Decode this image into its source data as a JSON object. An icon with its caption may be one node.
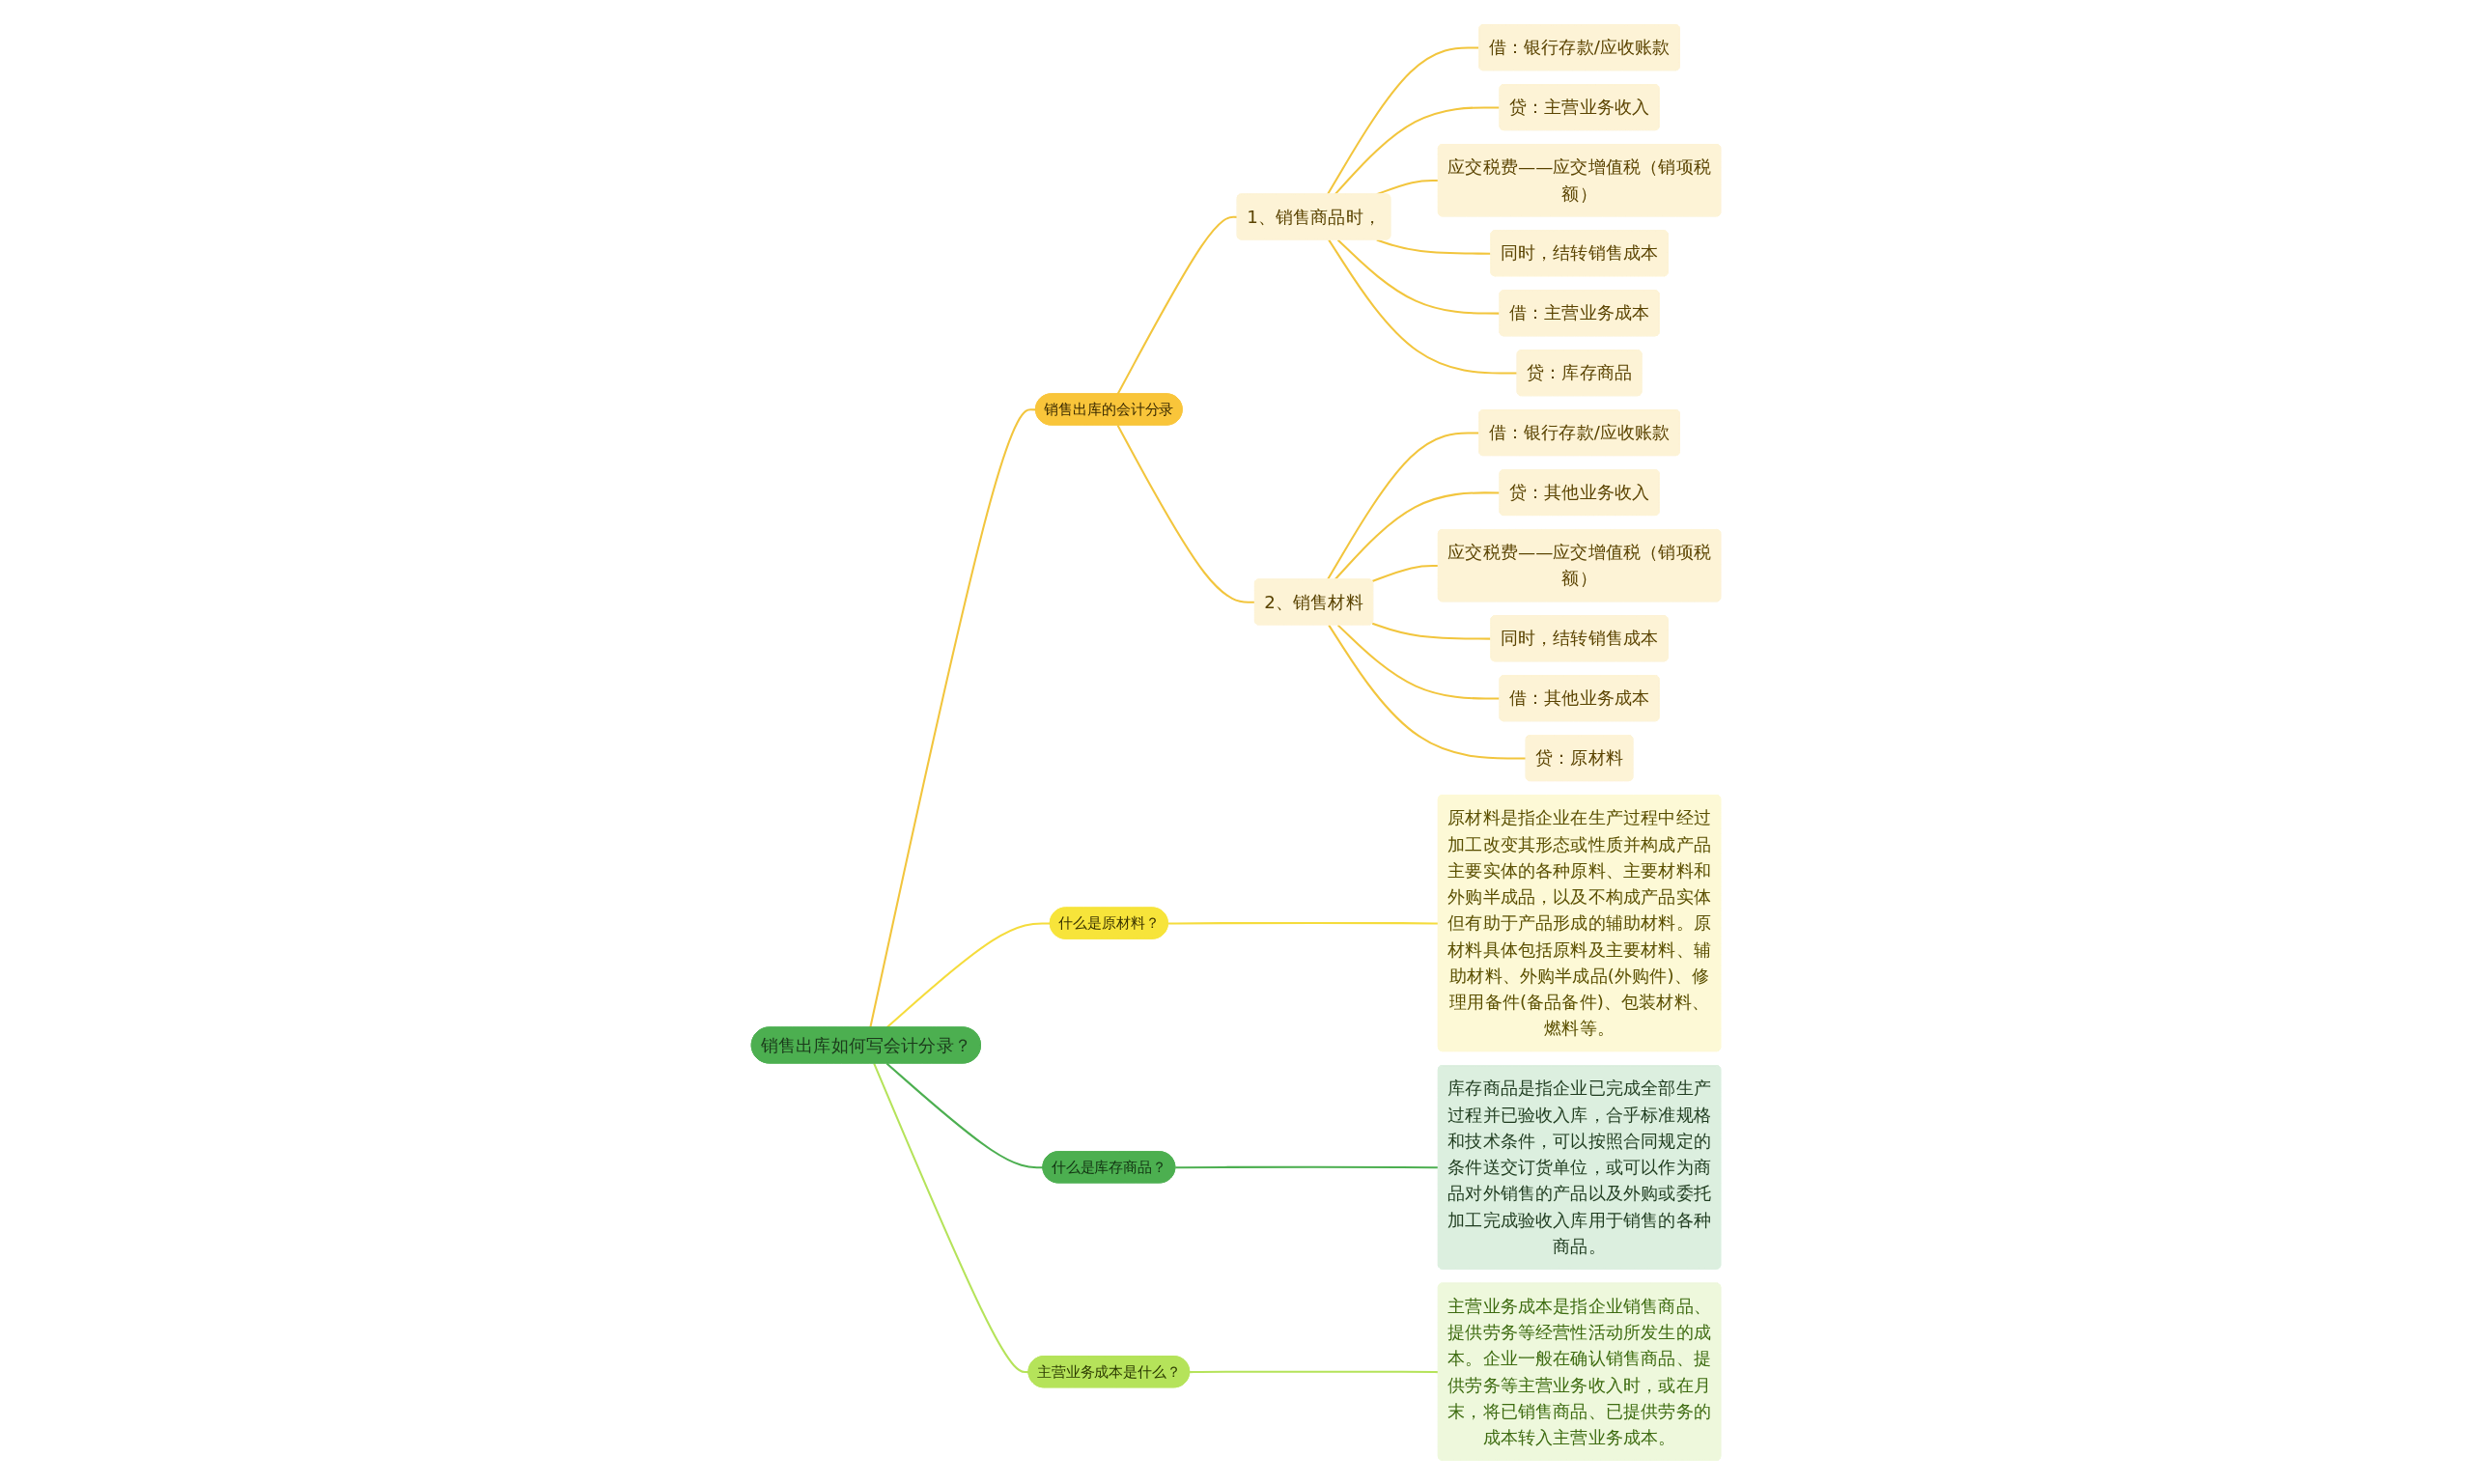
{
  "diagram": {
    "nodes": [
      {
        "text": [
          "销售出库如何写会计分录？"
        ]
      },
      {
        "text": [
          "销售出库的会计分录"
        ]
      },
      {
        "text": [
          "1、销售商品时，"
        ]
      },
      {
        "text": [
          "借：银行存款/应收账款"
        ]
      },
      {
        "text": [
          "贷：主营业务收入"
        ]
      },
      {
        "text": [
          "应交税费——应交增值税（销项税额）"
        ]
      },
      {
        "text": [
          "同时，结转销售成本"
        ]
      },
      {
        "text": [
          "借：主营业务成本"
        ]
      },
      {
        "text": [
          "贷：库存商品"
        ]
      },
      {
        "text": [
          "2、销售材料"
        ]
      },
      {
        "text": [
          "借：银行存款/应收账款"
        ]
      },
      {
        "text": [
          "贷：其他业务收入"
        ]
      },
      {
        "text": [
          "应交税费——应交增值税（销项税额）"
        ]
      },
      {
        "text": [
          "同时，结转销售成本"
        ]
      },
      {
        "text": [
          "借：其他业务成本"
        ]
      },
      {
        "text": [
          "贷：原材料"
        ]
      },
      {
        "text": [
          "什么是原材料？"
        ]
      },
      {
        "text": [
          "原材料是指企业在生产过程中经过加工改变其形态或性质并构成产品主要实体的各种原料、主要材料和外购半成品，以及不构成产品实体但有助于产品形成的辅助材料。原材料具体包括原料及主要材料、辅助材料、外购半成品(外购件)、修理用备件(备品备件)、包装材料、燃料等。"
        ]
      },
      {
        "text": [
          "什么是库存商品？"
        ]
      },
      {
        "text": [
          "库存商品是指企业已完成全部生产过程并已验收入库，合乎标准规格和技术条件，可以按照合同规定的条件送交订货单位，或可以作为商品对外销售的产品以及外购或委托加工完成验收入库用于销售的各种商品。"
        ]
      },
      {
        "text": [
          "主营业务成本是什么？"
        ]
      },
      {
        "text": [
          "主营业务成本是指企业销售商品、提供劳务等经营性活动所发生的成本。企业一般在确认销售商品、提供劳务等主营业务收入时，或在月末，将已销售商品、已提供劳务的成本转入主营业务成本。"
        ]
      }
    ],
    "edges": [
      {
        "from": 0,
        "to": 1,
        "arrow": "none"
      },
      {
        "from": 1,
        "to": 2,
        "arrow": "none"
      },
      {
        "from": 2,
        "to": 3,
        "arrow": "none"
      },
      {
        "from": 2,
        "to": 4,
        "arrow": "none"
      },
      {
        "from": 2,
        "to": 5,
        "arrow": "none"
      },
      {
        "from": 2,
        "to": 6,
        "arrow": "none"
      },
      {
        "from": 2,
        "to": 7,
        "arrow": "none"
      },
      {
        "from": 2,
        "to": 8,
        "arrow": "none"
      },
      {
        "from": 1,
        "to": 9,
        "arrow": "none"
      },
      {
        "from": 9,
        "to": 10,
        "arrow": "none"
      },
      {
        "from": 9,
        "to": 11,
        "arrow": "none"
      },
      {
        "from": 9,
        "to": 12,
        "arrow": "none"
      },
      {
        "from": 9,
        "to": 13,
        "arrow": "none"
      },
      {
        "from": 9,
        "to": 14,
        "arrow": "none"
      },
      {
        "from": 9,
        "to": 15,
        "arrow": "none"
      },
      {
        "from": 0,
        "to": 16,
        "arrow": "none",
        "color": "#f5dc3c"
      },
      {
        "from": 16,
        "to": 17,
        "arrow": "none",
        "color": "#f5dc3c"
      },
      {
        "from": 0,
        "to": 18,
        "arrow": "none",
        "color": "#4caf50"
      },
      {
        "from": 18,
        "to": 19,
        "arrow": "none",
        "color": "#4caf50"
      },
      {
        "from": 0,
        "to": 20,
        "arrow": "none",
        "color": "#b5e35a"
      },
      {
        "from": 20,
        "to": 21,
        "arrow": "none",
        "color": "#b5e35a"
      }
    ]
  }
}
